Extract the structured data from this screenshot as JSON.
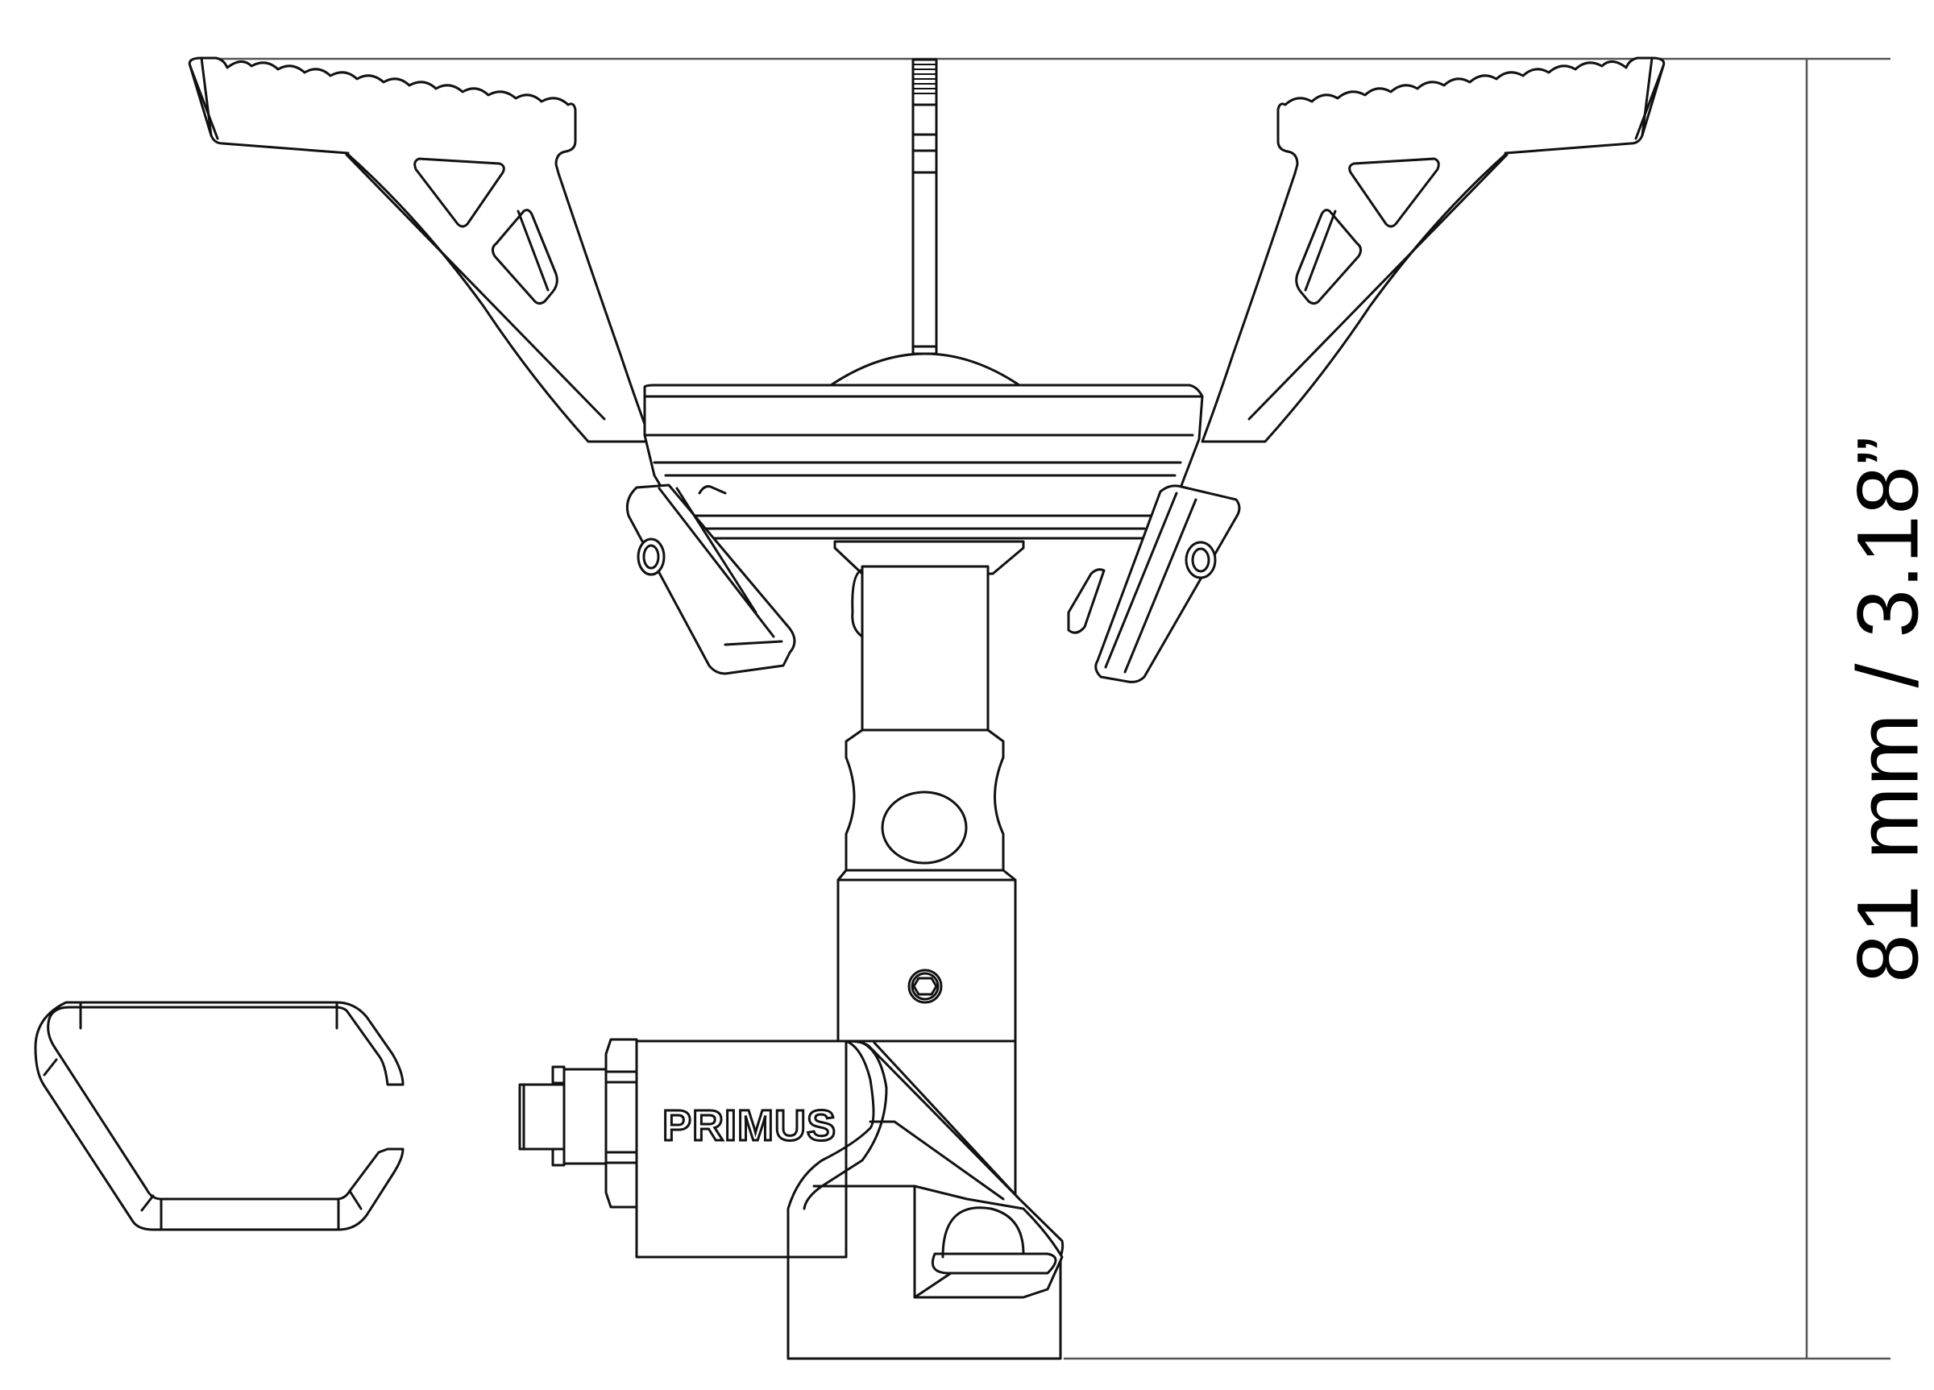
{
  "drawing": {
    "subject": "Primus gas stove – side elevation line drawing",
    "brand_label": "PRIMUS",
    "line_color": "#111111",
    "background": "#ffffff"
  },
  "dimension": {
    "label": "81 mm / 3.18”",
    "value_mm": 81,
    "value_in": 3.18,
    "orientation": "vertical",
    "line_color": "#555555"
  },
  "parts": [
    {
      "name": "left pot support",
      "serrations": 13
    },
    {
      "name": "right pot support",
      "serrations": 13
    },
    {
      "name": "center spark/threaded pin"
    },
    {
      "name": "burner head"
    },
    {
      "name": "left hinge clip"
    },
    {
      "name": "right hinge clip"
    },
    {
      "name": "mixing tube with air hole"
    },
    {
      "name": "valve body with hex screw"
    },
    {
      "name": "regulator knob / wire handle"
    },
    {
      "name": "canister connector base"
    }
  ]
}
